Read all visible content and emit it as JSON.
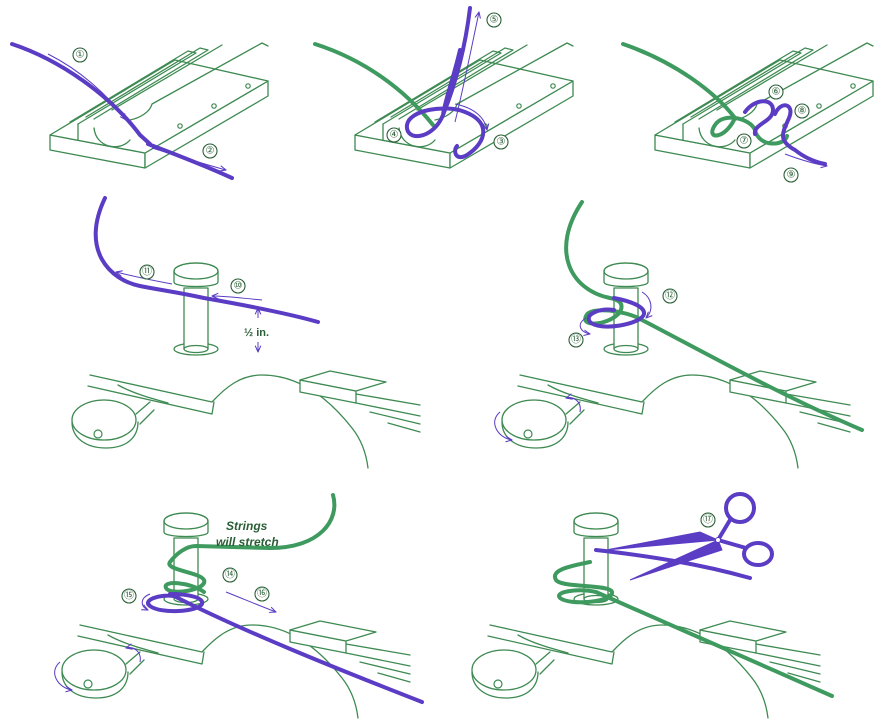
{
  "colors": {
    "string_purple": "#5b3cc4",
    "string_green": "#3e9a5e",
    "outline": "#3e8a52",
    "text": "#2a5e36"
  },
  "steps": {
    "s1": "①",
    "s2": "②",
    "s3": "③",
    "s4": "④",
    "s5": "⑤",
    "s6": "⑥",
    "s7": "⑦",
    "s8": "⑧",
    "s9": "⑨",
    "s10": "⑩",
    "s11": "⑪",
    "s12": "⑫",
    "s13": "⑬",
    "s14": "⑭",
    "s15": "⑮",
    "s16": "⑯",
    "s17": "⑰"
  },
  "measure": "½ in.",
  "note": {
    "line1": "Strings",
    "line2": "will stretch"
  },
  "icons": {
    "cutter": "scissors-icon"
  }
}
